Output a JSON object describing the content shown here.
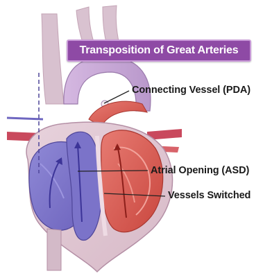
{
  "title": "Transposition of Great Arteries",
  "labels": {
    "pda": "Connecting Vessel (PDA)",
    "asd": "Atrial Opening (ASD)",
    "switched": "Vessels Switched"
  },
  "colors": {
    "banner": "#8e4aa5",
    "deoxygenated": "#7d74c9",
    "oxygenated": "#d9534f",
    "tissue": "#e8d6e0"
  }
}
